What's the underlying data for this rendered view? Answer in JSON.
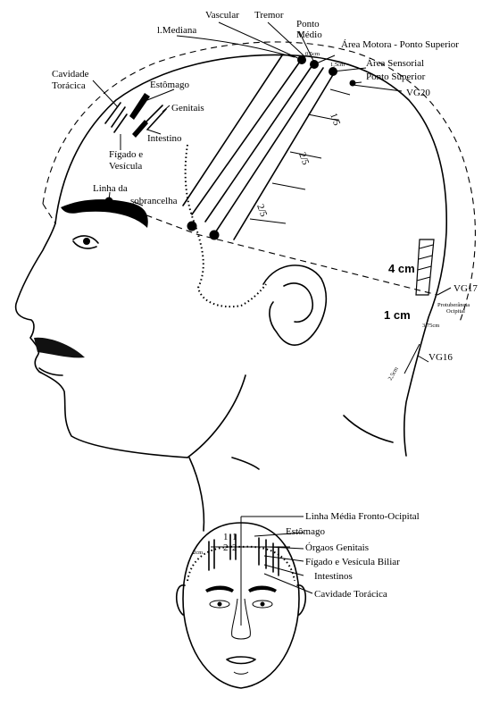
{
  "profile_labels": {
    "vascular": "Vascular",
    "tremor": "Tremor",
    "ponto_medio": "Ponto\nMédio",
    "l_mediana": "l.Mediana",
    "area_motora": "Área Motora - Ponto Superior",
    "area_sensorial": "Área Sensorial",
    "ponto_superior": "Ponto Superior",
    "vg20": "VG20",
    "cavidade_toracica": "Cavidade\nTorácica",
    "estomago": "Estômago",
    "genitais": "Genitais",
    "intestino": "Intestino",
    "figado_vesicula": "Fígado e\nVesícula",
    "linha_sobrancelha": "Linha da\nsobrancelha",
    "vg17": "VG17",
    "protuberancia": "Protuberância\nOcipital",
    "vg16": "VG16",
    "cm4": "4 cm",
    "cm1": "1 cm",
    "m_05cm": "0,5cm",
    "m_15cm": "1,5cm",
    "m_375cm": "3,75cm",
    "m_25cm": "2,5cm",
    "frac_1_5": "1/5",
    "frac_2_5": "2/5",
    "frac_2_5b": "2/5"
  },
  "front_labels": {
    "linha_media": "Linha Média Fronto-Ocipital",
    "estomago": "Estômago",
    "orgaos_genitais": "Órgaos Genitais",
    "figado_vesicula_biliar": "Fígado e Vesícula Biliar",
    "intestinos": "Intestinos",
    "cavidade_toracica": "Cavidade Torácica",
    "m_2cm": "2cm",
    "frac_1a": "1",
    "frac_1b": "1",
    "frac_2a": "2",
    "frac_2b": "2"
  }
}
